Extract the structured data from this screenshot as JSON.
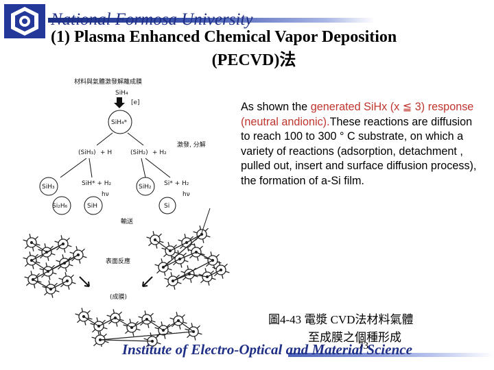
{
  "header": {
    "university": "National Formosa University",
    "title_line1": "(1) Plasma Enhanced Chemical Vapor Deposition",
    "title_line2": "(PECVD)法"
  },
  "body": {
    "p1_normal": "As shown the ",
    "p1_highlight": "generated SiHx (x ≦ 3) response (neutral andionic).",
    "p1_rest": "These reactions are diffusion to reach 100 to 300 ° C substrate, on which a variety of reactions (adsorption, detachment , pulled out, insert and surface diffusion process), the formation of a-Si film."
  },
  "figure": {
    "caption_line1": "圖4-43 電漿 CVD法材料氣體",
    "caption_line2": "至成膜之個種形成",
    "labels": {
      "heading": "材料與氣體激發解離成膜",
      "silane": "SiH₄",
      "electron": "[e]",
      "excited": "SiH₄*",
      "left_radical": "(SiH₃)",
      "plus_h": "+ H",
      "right_radical": "(SiH₂)",
      "plus_h2": "+ H₂",
      "dissociation": "激發, 分解",
      "sih3": "SiH₃",
      "sihstar": "SiH* + H₂",
      "sih2": "SiH₂",
      "sistar": "Si* + H₂",
      "hv": "hν",
      "si2h6": "Si₂H₆",
      "sih": "SiH",
      "si": "Si",
      "transport": "輸送",
      "surface_reaction": "表面反應",
      "film": "(成膜)"
    }
  },
  "footer": {
    "institute": "Institute of Electro-Optical and Material Science",
    "page_number": "73"
  }
}
